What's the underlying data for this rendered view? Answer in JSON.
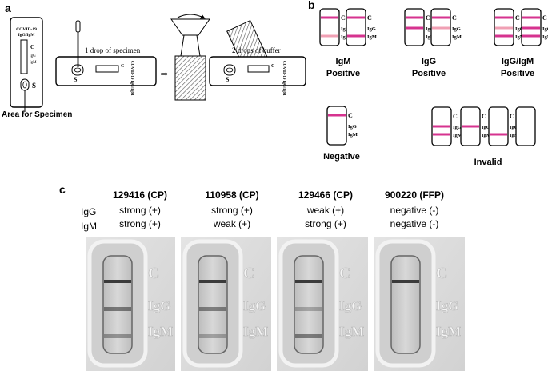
{
  "panel_a": {
    "letter": "a",
    "device_title_line1": "COVID-19",
    "device_title_line2": "IgG/IgM",
    "c_mark": "C",
    "igg_mark": "IgG",
    "igm_mark": "IgM",
    "s_mark": "S",
    "area_caption": "Area for Specimen",
    "step1_caption": "1 drop of specimen",
    "step2_caption": "2 drops of buffer",
    "strip_side_text": "COVID-19 IgG/IgM"
  },
  "panel_b": {
    "letter": "b",
    "c_mark": "C",
    "igg_mark": "IgG",
    "igm_mark": "IgM",
    "results": [
      {
        "line1": "IgM",
        "line2": "Positive"
      },
      {
        "line1": "IgG",
        "line2": "Positive"
      },
      {
        "line1": "IgG/IgM",
        "line2": "Positive"
      },
      {
        "line1": "Negative",
        "line2": ""
      },
      {
        "line1": "Invalid",
        "line2": ""
      }
    ],
    "colors": {
      "strong": "#d6338f",
      "faint": "#f0a0b4"
    }
  },
  "panel_c": {
    "letter": "c",
    "row_labels": [
      "IgG",
      "IgM"
    ],
    "samples": [
      {
        "id": "129416 (CP)",
        "igg": "strong (+)",
        "igm": "strong (+)"
      },
      {
        "id": "110958 (CP)",
        "igg": "strong (+)",
        "igm": "weak (+)"
      },
      {
        "id": "129466 (CP)",
        "igg": "weak (+)",
        "igm": "strong (+)"
      },
      {
        "id": "900220 (FFP)",
        "igg": "negative (-)",
        "igm": "negative (-)"
      }
    ],
    "photo_marks": {
      "c": "C",
      "igg": "IgG",
      "igm": "IgM"
    }
  }
}
